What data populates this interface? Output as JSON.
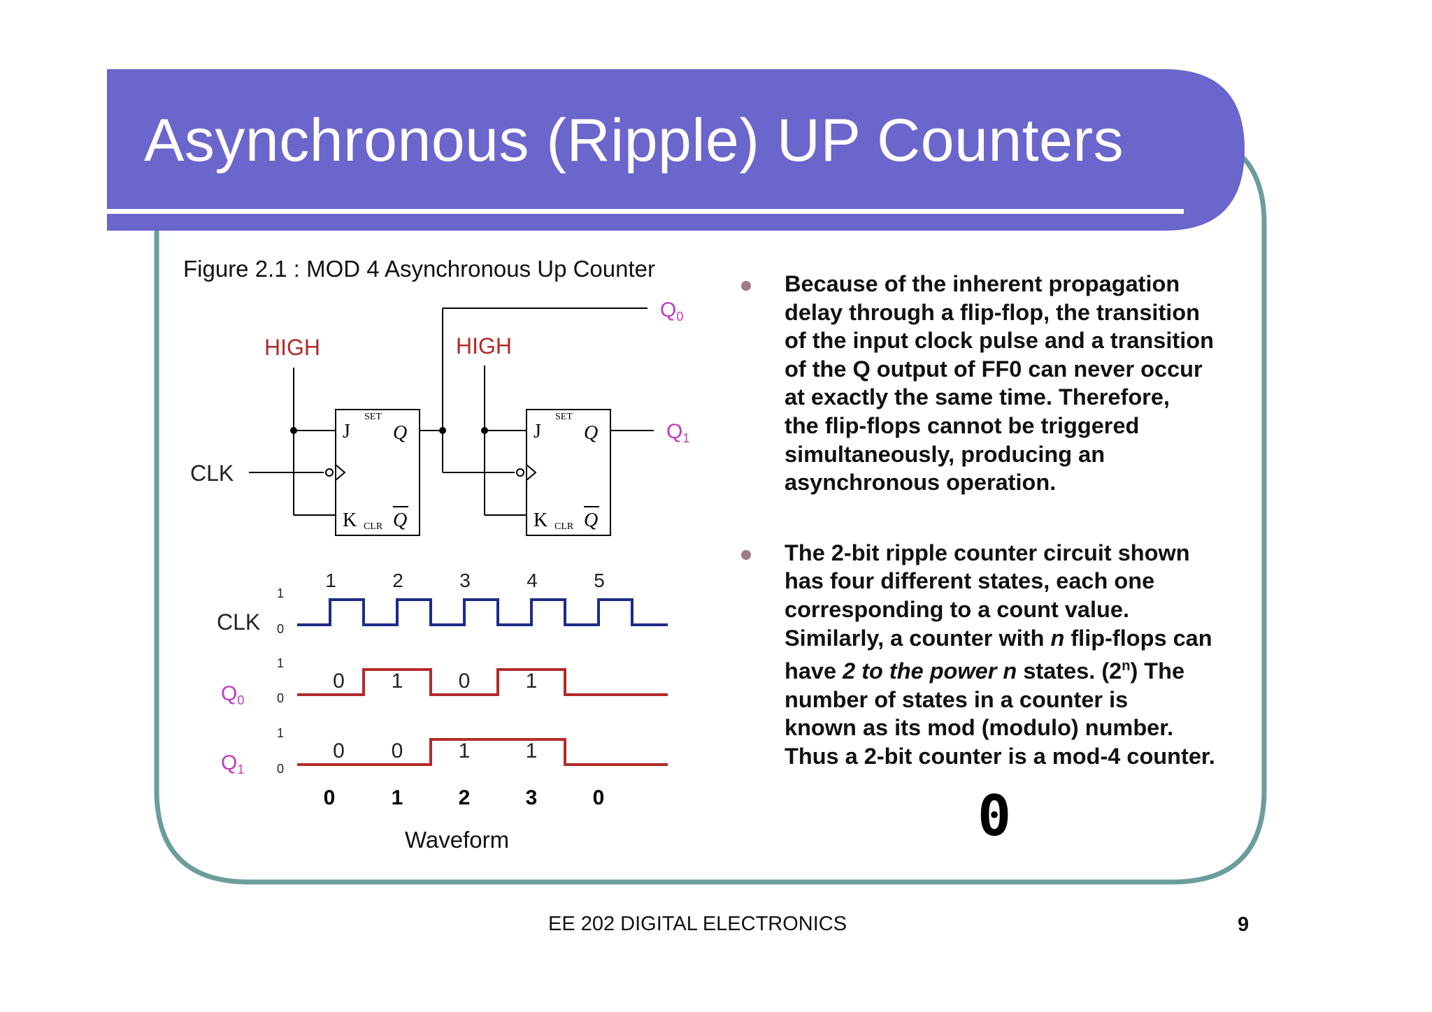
{
  "slide": {
    "title": "Asynchronous (Ripple) UP Counters",
    "figure_caption": "Figure 2.1 : MOD 4 Asynchronous Up Counter",
    "waveform_caption": "Waveform",
    "footer": "EE 202  DIGITAL ELECTRONICS",
    "page_number": "9",
    "counter_display": "0"
  },
  "circuit": {
    "high_label_1": "HIGH",
    "high_label_2": "HIGH",
    "clk_label": "CLK",
    "q0_label": "Q",
    "q0_sub": "0",
    "q1_label": "Q",
    "q1_sub": "1",
    "ff_j": "J",
    "ff_k": "K",
    "ff_q": "Q",
    "ff_qbar": "Q",
    "ff_set": "SET",
    "ff_clr": "CLR"
  },
  "waveform": {
    "clock_pulses": [
      "1",
      "2",
      "3",
      "4",
      "5"
    ],
    "clk_label": "CLK",
    "q0_label": "Q",
    "q0_sub": "0",
    "q1_label": "Q",
    "q1_sub": "1",
    "level_high": "1",
    "level_low": "0",
    "q0_values": [
      "0",
      "1",
      "0",
      "1"
    ],
    "q1_values": [
      "0",
      "0",
      "1",
      "1"
    ],
    "counts": [
      "0",
      "1",
      "2",
      "3",
      "0"
    ]
  },
  "bullets": [
    {
      "text": "Because of the inherent propagation\ndelay through a flip-flop, the transition\nof the input clock pulse and a transition\nof the Q output of FF0 can never occur\nat exactly the same time.  Therefore,\nthe flip-flops cannot be triggered\nsimultaneously, producing an\nasynchronous operation."
    },
    {
      "line1": "The 2-bit ripple counter circuit  shown",
      "line2": "has four different states, each one",
      "line3": "corresponding to a count value.",
      "line4_pre": "Similarly, a counter with ",
      "line4_em": "n",
      "line4_post": " flip-flops can",
      "line5_pre": "have ",
      "line5_em": "2 to the power n",
      "line5_mid": " states. (2",
      "line5_sup": "n",
      "line5_post": ") The",
      "line6": "number of states in a counter is",
      "line7": "known as its mod (modulo) number.",
      "line8": "Thus a 2-bit counter is a mod-4 counter."
    }
  ],
  "colors": {
    "title_bar": "#6a66cc",
    "frame_border": "#6b9e9a",
    "clk_wave": "#1d2b8a",
    "q_wave": "#b52a2a",
    "q_label": "#c03ac0",
    "high_label": "#b02a2a",
    "bullet": "#9d7b89"
  }
}
